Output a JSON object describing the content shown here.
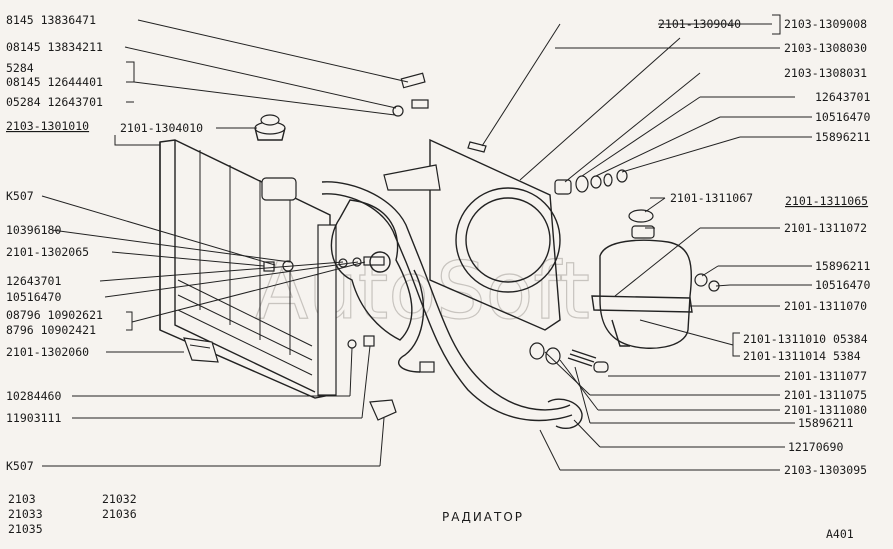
{
  "title": "РАДИАТОР",
  "page_code": "A401",
  "watermark": "AutoSoft",
  "models": [
    "2103",
    "21032",
    "21033",
    "21036",
    "21035"
  ],
  "labels_left": [
    {
      "id": "l1",
      "text": "8145 13836471"
    },
    {
      "id": "l2",
      "text": "08145 13834211"
    },
    {
      "id": "l3",
      "text": "5284"
    },
    {
      "id": "l4",
      "text": "08145 12644401"
    },
    {
      "id": "l5",
      "text": "05284 12643701"
    },
    {
      "id": "l6",
      "text": "2103-1301010"
    },
    {
      "id": "l7",
      "text": "2101-1304010"
    },
    {
      "id": "l8",
      "text": "K507"
    },
    {
      "id": "l9",
      "text": "10396180"
    },
    {
      "id": "l10",
      "text": "2101-1302065"
    },
    {
      "id": "l11",
      "text": "12643701"
    },
    {
      "id": "l12",
      "text": "10516470"
    },
    {
      "id": "l13",
      "text": "08796 10902621"
    },
    {
      "id": "l14",
      "text": "8796 10902421"
    },
    {
      "id": "l15",
      "text": "2101-1302060"
    },
    {
      "id": "l16",
      "text": "10284460"
    },
    {
      "id": "l17",
      "text": "11903111"
    },
    {
      "id": "l18",
      "text": "K507"
    }
  ],
  "labels_right": [
    {
      "id": "r1",
      "text": "2101-1309040"
    },
    {
      "id": "r2",
      "text": "2103-1309008"
    },
    {
      "id": "r3",
      "text": "2103-1308030"
    },
    {
      "id": "r4",
      "text": "2103-1308031"
    },
    {
      "id": "r5",
      "text": "12643701"
    },
    {
      "id": "r6",
      "text": "10516470"
    },
    {
      "id": "r7",
      "text": "15896211"
    },
    {
      "id": "r8",
      "text": "2101-1311067"
    },
    {
      "id": "r9",
      "text": "2101-1311065"
    },
    {
      "id": "r10",
      "text": "2101-1311072"
    },
    {
      "id": "r11",
      "text": "15896211"
    },
    {
      "id": "r12",
      "text": "10516470"
    },
    {
      "id": "r13",
      "text": "2101-1311070"
    },
    {
      "id": "r14",
      "text": "2101-1311010 05384"
    },
    {
      "id": "r15",
      "text": "2101-1311014 5384"
    },
    {
      "id": "r16",
      "text": "2101-1311077"
    },
    {
      "id": "r17",
      "text": "2101-1311075"
    },
    {
      "id": "r18",
      "text": "2101-1311080"
    },
    {
      "id": "r19",
      "text": "15896211"
    },
    {
      "id": "r20",
      "text": "12170690"
    },
    {
      "id": "r21",
      "text": "2103-1303095"
    }
  ]
}
